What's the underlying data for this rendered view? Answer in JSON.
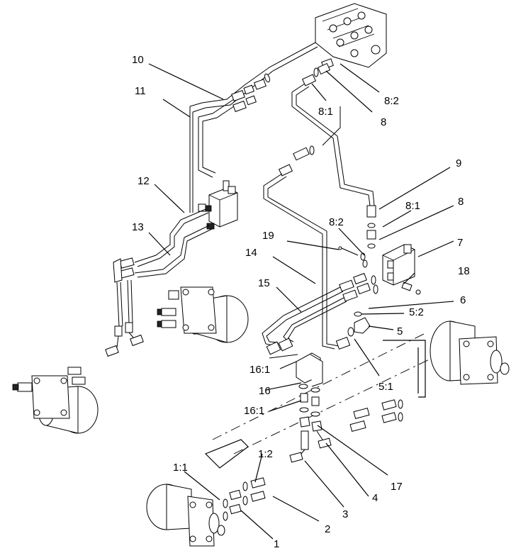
{
  "labels": {
    "l10": "10",
    "l11": "11",
    "l12": "12",
    "l13": "13",
    "l14": "14",
    "l15": "15",
    "l16": "16",
    "l16_1a": "16:1",
    "l16_1b": "16:1",
    "l17": "17",
    "l18": "18",
    "l19": "19",
    "l9": "9",
    "l8a": "8",
    "l8b": "8",
    "l8_1a": "8:1",
    "l8_1b": "8:1",
    "l8_2a": "8:2",
    "l8_2b": "8:2",
    "l7": "7",
    "l6": "6",
    "l5": "5",
    "l5_1": "5:1",
    "l5_2": "5:2",
    "l4": "4",
    "l3": "3",
    "l2": "2",
    "l1": "1",
    "l1_1": "1:1",
    "l1_2": "1:2"
  }
}
